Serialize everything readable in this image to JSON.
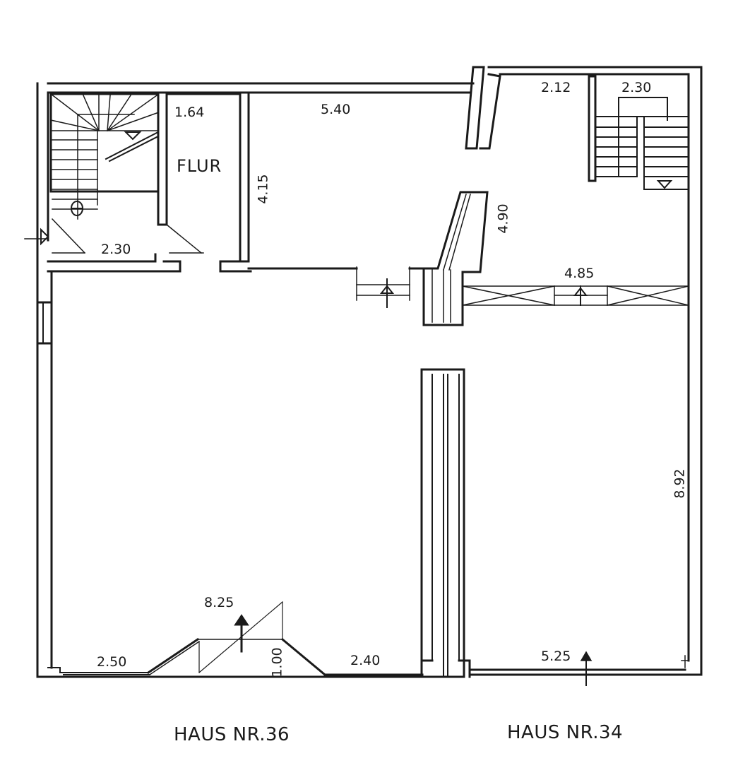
{
  "plan": {
    "rooms": {
      "flur": "FLUR"
    },
    "dimensions": {
      "flur_width": "1.64",
      "stair_left_width": "2.30",
      "room_top_width": "5.40",
      "room_top_depth": "4.15",
      "corridor_depth": "4.90",
      "right_top_width": "2.12",
      "stair_right_width": "2.30",
      "right_opening": "4.85",
      "right_depth": "8.92",
      "left_total_width": "8.25",
      "bay_depth": "1.00",
      "front_left": "2.50",
      "front_right": "2.40",
      "right_front": "5.25"
    },
    "houses": {
      "left": "HAUS NR.36",
      "right": "HAUS NR.34"
    },
    "colors": {
      "ink": "#1a1a1a",
      "paper": "#ffffff"
    }
  }
}
